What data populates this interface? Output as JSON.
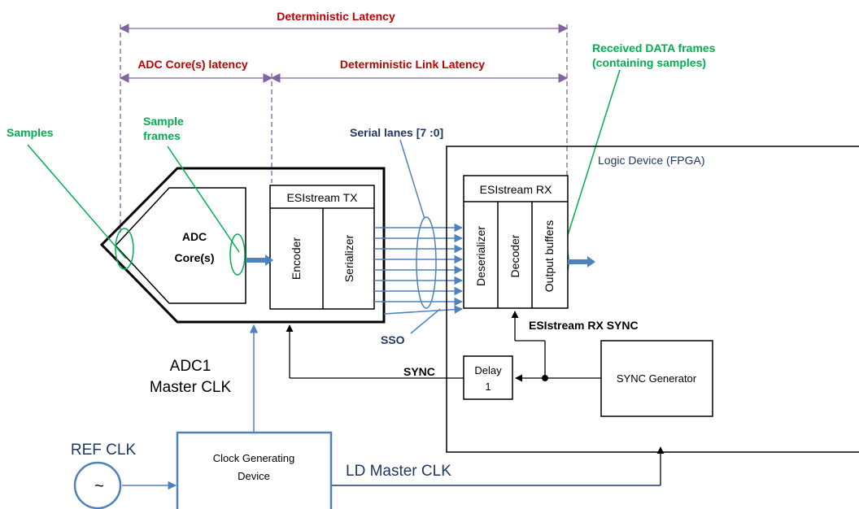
{
  "latency": {
    "deterministic": "Deterministic Latency",
    "adc_core": "ADC Core(s) latency",
    "link": "Deterministic Link Latency"
  },
  "annotations": {
    "samples": "Samples",
    "sample_frames_1": "Sample",
    "sample_frames_2": "frames",
    "received_1": "Received DATA frames",
    "received_2": "(containing samples)",
    "serial_lanes": "Serial lanes [7 :0]",
    "sso": "SSO",
    "sync": "SYNC",
    "esistream_rx_sync": "ESIstream RX SYNC"
  },
  "adc": {
    "core_1": "ADC",
    "core_2": "Core(s)",
    "tx_title": "ESIstream TX",
    "encoder": "Encoder",
    "serializer": "Serializer",
    "master_clk_1": "ADC1",
    "master_clk_2": "Master CLK"
  },
  "fpga": {
    "title": "Logic Device (FPGA)",
    "rx_title": "ESIstream RX",
    "deserializer": "Deserializer",
    "decoder": "Decoder",
    "output_buffers": "Output buffers",
    "delay_1": "Delay",
    "delay_2": "1",
    "sync_generator": "SYNC Generator"
  },
  "clock": {
    "ref_clk": "REF CLK",
    "osc_symbol": "~",
    "cgd_1": "Clock Generating",
    "cgd_2": "Device",
    "ld_master_clk": "LD Master CLK"
  },
  "colors": {
    "latency": "#c00000",
    "annotation": "#00b050",
    "dimension_line": "#8064a2",
    "signal_line": "#4f81bd",
    "dark_label": "#1f3864"
  }
}
